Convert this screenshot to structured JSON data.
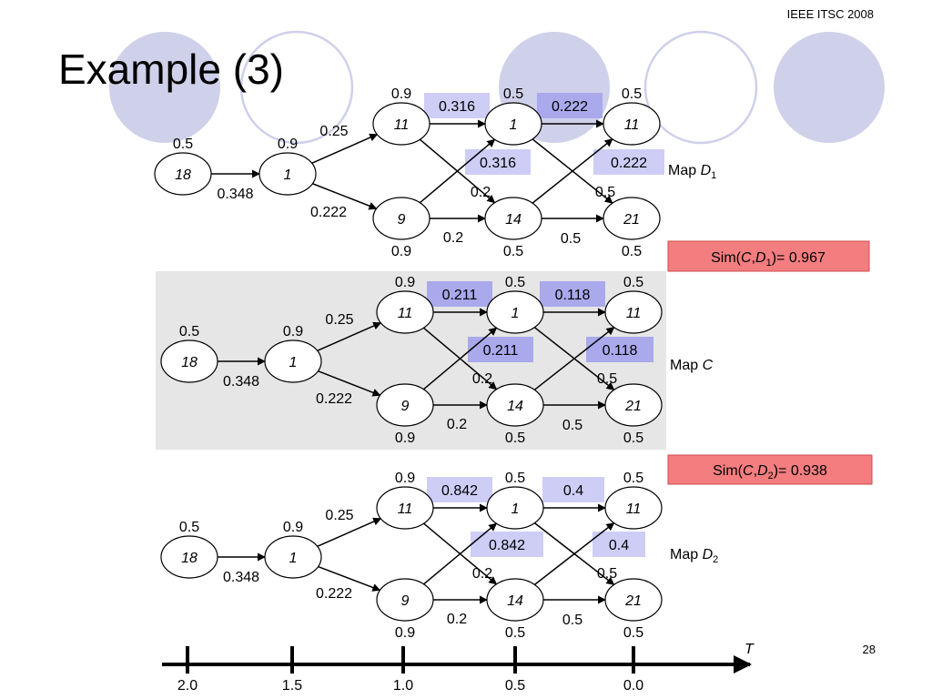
{
  "header": {
    "conference": "IEEE ITSC 2008",
    "title": "Example (3)",
    "page_number": "28"
  },
  "axis": {
    "symbol": "T",
    "ticks": [
      "2.0",
      "1.5",
      "1.0",
      "0.5",
      "0.0"
    ]
  },
  "maps": [
    {
      "name": "Map D1",
      "prefix": "Map ",
      "italic": "D",
      "sub": "1",
      "nodes": [
        "18",
        "1",
        "11",
        "9",
        "1",
        "14",
        "11",
        "21"
      ],
      "node_probs": [
        "0.5",
        "0.9",
        "0.9",
        "0.9",
        "0.5",
        "0.5",
        "0.5",
        "0.5"
      ],
      "edge_labels": {
        "e18_1": "0.348",
        "up": "0.25",
        "down": "0.222",
        "mid_a": "0.2",
        "mid_b": "0.2",
        "mid_c": "0.5",
        "mid_d": "0.5"
      },
      "highlights": [
        "0.316",
        "0.316",
        "0.222",
        "0.222"
      ]
    },
    {
      "name": "Map C",
      "prefix": "Map ",
      "italic": "C",
      "sub": "",
      "nodes": [
        "18",
        "1",
        "11",
        "9",
        "1",
        "14",
        "11",
        "21"
      ],
      "node_probs": [
        "0.5",
        "0.9",
        "0.9",
        "0.9",
        "0.5",
        "0.5",
        "0.5",
        "0.5"
      ],
      "edge_labels": {
        "e18_1": "0.348",
        "up": "0.25",
        "down": "0.222",
        "mid_a": "0.2",
        "mid_b": "0.2",
        "mid_c": "0.5",
        "mid_d": "0.5"
      },
      "highlights": [
        "0.211",
        "0.211",
        "0.118",
        "0.118"
      ]
    },
    {
      "name": "Map D2",
      "prefix": "Map ",
      "italic": "D",
      "sub": "2",
      "nodes": [
        "18",
        "1",
        "11",
        "9",
        "1",
        "14",
        "11",
        "21"
      ],
      "node_probs": [
        "0.5",
        "0.9",
        "0.9",
        "0.9",
        "0.5",
        "0.5",
        "0.5",
        "0.5"
      ],
      "edge_labels": {
        "e18_1": "0.348",
        "up": "0.25",
        "down": "0.222",
        "mid_a": "0.2",
        "mid_b": "0.2",
        "mid_c": "0.5",
        "mid_d": "0.5"
      },
      "highlights": [
        "0.842",
        "0.842",
        "0.4",
        "0.4"
      ]
    }
  ],
  "similarities": [
    {
      "prefix": "Sim(",
      "C": "C",
      "comma": ",",
      "D": "D",
      "sub": "1",
      "suffix": ")= 0.967"
    },
    {
      "prefix": "Sim(",
      "C": "C",
      "comma": ",",
      "D": "D",
      "sub": "2",
      "suffix": ")= 0.938"
    }
  ],
  "colors": {
    "deco_fill": "#cfd0ea",
    "deco_stroke": "#cfd0ea",
    "highlight_light": "#cdcdf6",
    "highlight_dark": "#a9a9ec",
    "sim_fill": "#f37d7f",
    "sim_stroke": "#d24a4c",
    "map_c_bg": "#e6e6e6"
  }
}
